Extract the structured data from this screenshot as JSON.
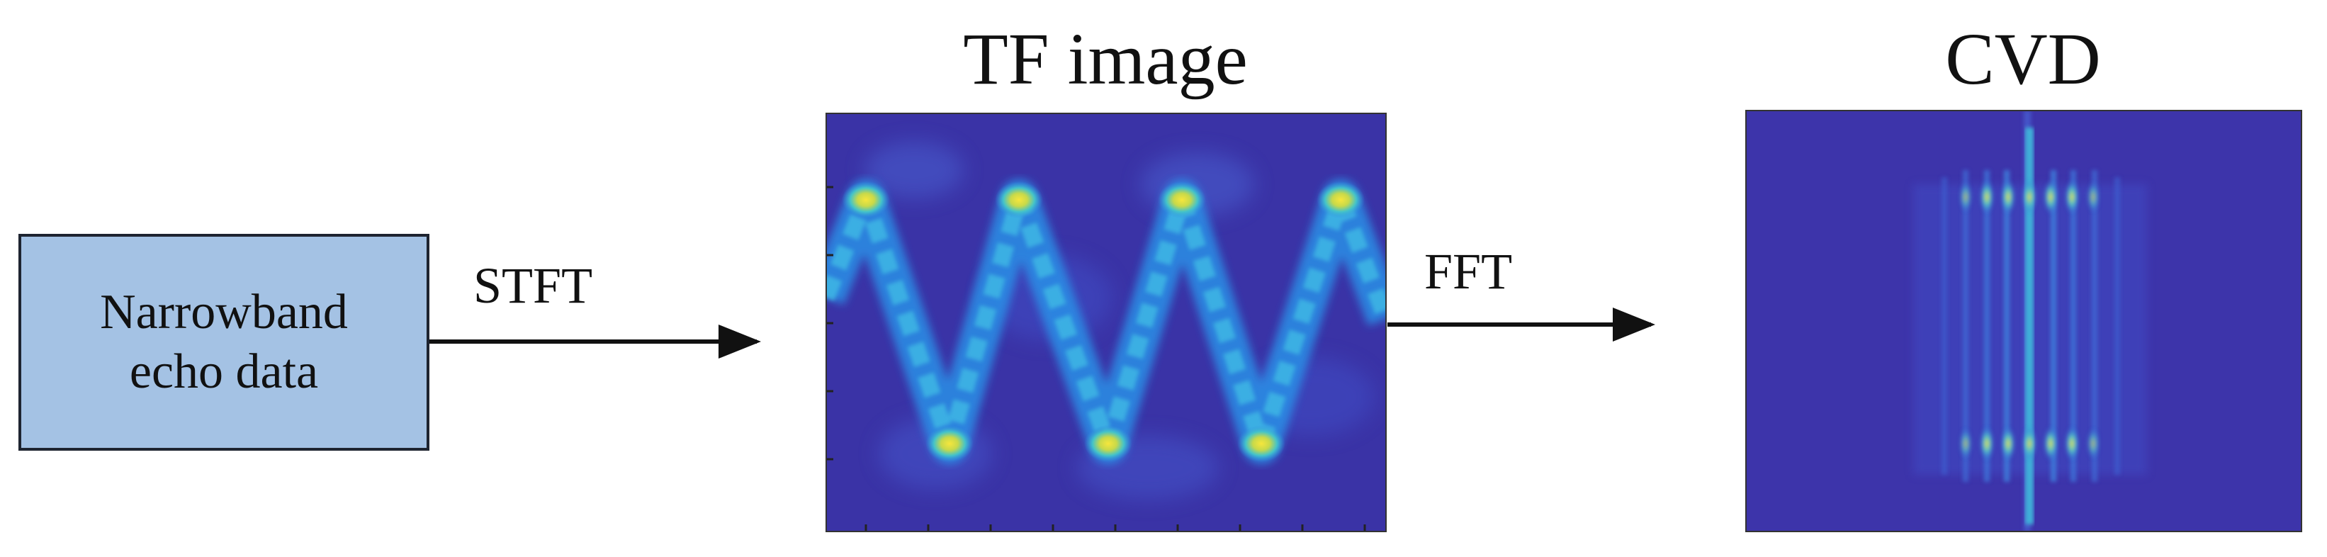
{
  "input_block": {
    "line1": "Narrowband",
    "line2": "echo data"
  },
  "arrow1": {
    "label": "STFT"
  },
  "arrow2": {
    "label": "FFT"
  },
  "tf_panel": {
    "title": "TF image"
  },
  "cvd_panel": {
    "title": "CVD"
  },
  "colors": {
    "box_fill": "#a4c2e4",
    "plot_background": "#3b35a8",
    "cvd_background": "#3d34aa",
    "signal_mid": "#2aa3e6",
    "signal_peak": "#f4e23a"
  }
}
